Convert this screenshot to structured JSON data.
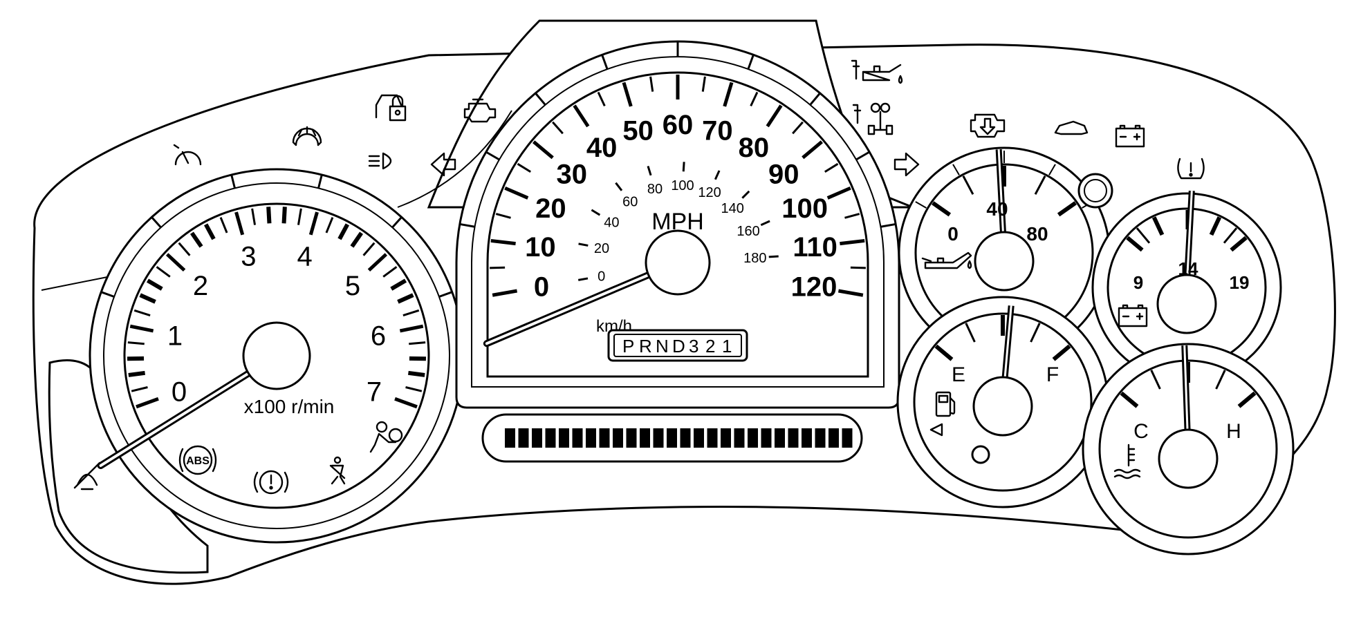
{
  "tachometer": {
    "numbers": [
      "0",
      "1",
      "2",
      "3",
      "4",
      "5",
      "6",
      "7"
    ],
    "unit_label": "x100 r/min",
    "needle_value": 0
  },
  "speedometer": {
    "mph_numbers": [
      "0",
      "10",
      "20",
      "30",
      "40",
      "50",
      "60",
      "70",
      "80",
      "90",
      "100",
      "110",
      "120"
    ],
    "kmh_numbers": [
      "0",
      "20",
      "40",
      "60",
      "80",
      "100",
      "120",
      "140",
      "160",
      "180"
    ],
    "mph_label": "MPH",
    "kmh_label": "km/h",
    "needle_value": 0
  },
  "prndl": {
    "letters": [
      "P",
      "R",
      "N",
      "D",
      "3",
      "2",
      "1"
    ]
  },
  "odometer_display": {
    "segment_count": 26
  },
  "oil_pressure_gauge": {
    "labels": [
      "0",
      "40",
      "80"
    ],
    "needle_value": 40
  },
  "voltmeter_gauge": {
    "labels": [
      "9",
      "14",
      "19"
    ],
    "needle_value": 14
  },
  "fuel_gauge": {
    "labels": [
      "E",
      "F"
    ],
    "needle_level": 0.5
  },
  "coolant_gauge": {
    "labels": [
      "C",
      "H"
    ],
    "needle_level": 0.5
  },
  "indicators": [
    "traction-off",
    "cruise-control",
    "wiper-washer-fluid",
    "security-lock",
    "check-engine",
    "headlamp-high-beam",
    "turn-signal-left",
    "turn-signal-right",
    "change-oil",
    "service-4wd",
    "reduced-engine-power",
    "door-ajar",
    "charging-system",
    "tire-pressure",
    "abs",
    "brake",
    "seat-belt",
    "airbag",
    "low-fuel",
    "coolant-temperature"
  ],
  "colors": {
    "line": "#000000",
    "background": "#ffffff"
  }
}
